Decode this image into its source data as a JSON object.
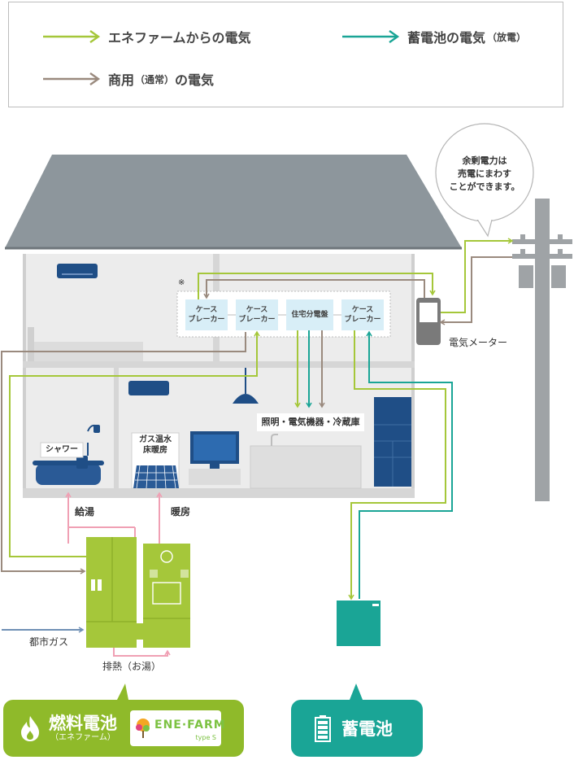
{
  "legend": {
    "enefarm": "エネファームからの電気",
    "battery_main": "蓄電池の電気",
    "battery_sub": "（放電）",
    "commercial_main": "商用",
    "commercial_sub": "（通常）",
    "commercial_tail": "の電気"
  },
  "colors": {
    "enefarm": "#a5c73a",
    "battery": "#1aa596",
    "commercial": "#9a8a7e",
    "gas": "#6f8fb5",
    "heat": "#f0a0b4"
  },
  "labels": {
    "bubble_line1": "余剰電力は",
    "bubble_line2": "売電にまわす",
    "bubble_line3": "ことができます。",
    "asterisk": "※",
    "breaker1_line1": "ケース",
    "breaker1_line2": "ブレーカー",
    "breaker2_line1": "ケース",
    "breaker2_line2": "ブレーカー",
    "panel": "住宅分電盤",
    "breaker3_line1": "ケース",
    "breaker3_line2": "ブレーカー",
    "meter": "電気メーター",
    "shower": "シャワー",
    "floor_heat_line1": "ガス温水",
    "floor_heat_line2": "床暖房",
    "appliances": "照明・電気機器・冷蔵庫",
    "hot_water": "給湯",
    "heating": "暖房",
    "city_gas": "都市ガス",
    "exhaust_heat": "排熱（お湯）"
  },
  "bottom": {
    "fuelcell_title": "燃料電池",
    "fuelcell_sub": "（エネファーム）",
    "enefarm_logo": "ENE·FARM",
    "enefarm_logo_sub": "type S",
    "battery": "蓄電池"
  }
}
